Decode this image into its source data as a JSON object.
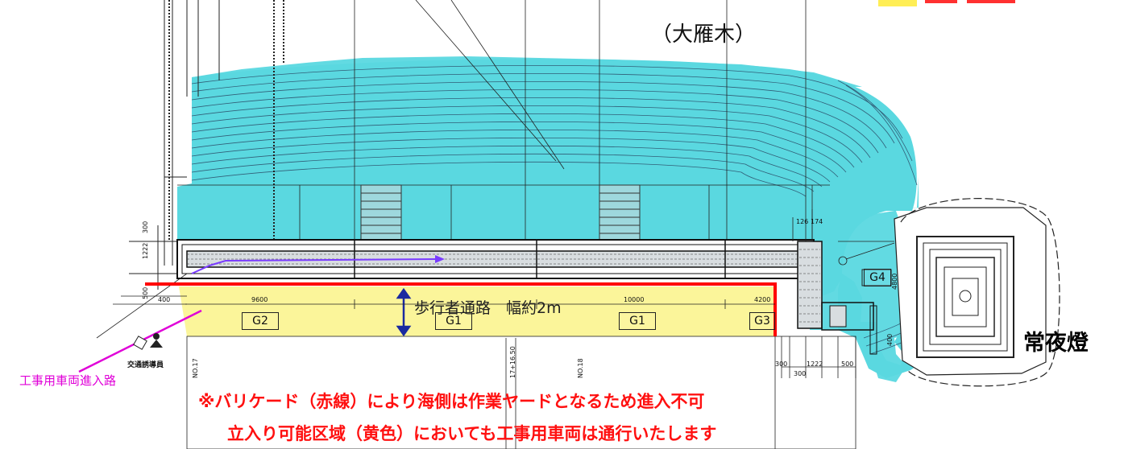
{
  "labels": {
    "place": "（大雁木）",
    "lantern": "常夜燈",
    "vehicle_route": "工事用車両進入路",
    "guard": "交通誘導員",
    "walkway": "歩行者通路　幅約2m",
    "notice_line1": "※バリケード（赤線）により海側は作業ヤードとなるため進入不可",
    "notice_line2": "立入り可能区域（黄色）においても工事用車両は通行いたします"
  },
  "blocks": {
    "g2": "G2",
    "g1a": "G1",
    "g1b": "G1",
    "g3": "G3",
    "g4": "G4"
  },
  "dimensions": {
    "d9600": "9600",
    "d10000": "10000",
    "d4200": "4200",
    "d400": "400",
    "d500a": "500",
    "d126": "126",
    "d174": "174",
    "d300a": "300",
    "d300b": "300",
    "d1222": "1222",
    "d500b": "500",
    "d1222v": "1222",
    "d300v": "300",
    "d4800": "4800",
    "d400v": "400",
    "no17": "NO.17",
    "no18": "NO.18",
    "station": "17+16.50"
  },
  "colors": {
    "water": "#5ad8e0",
    "walkway_zone": "#fbf59a",
    "barricade": "#ff0000",
    "vehicle_route": "#e000d8",
    "flow_arrow": "#7a3cff",
    "notice_text": "#ff1010"
  }
}
